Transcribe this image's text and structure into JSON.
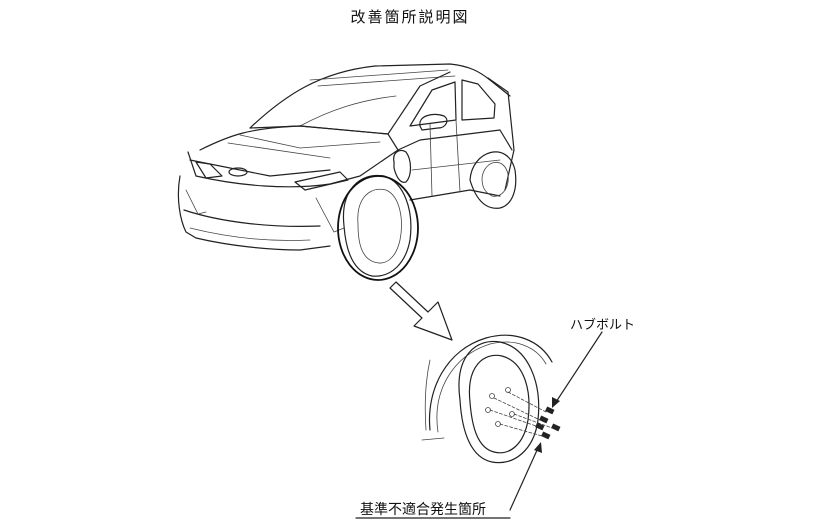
{
  "title": "改善箇所説明図",
  "labels": {
    "hub_bolt": "ハブボルト",
    "defect_location": "基準不適合発生箇所"
  }
}
